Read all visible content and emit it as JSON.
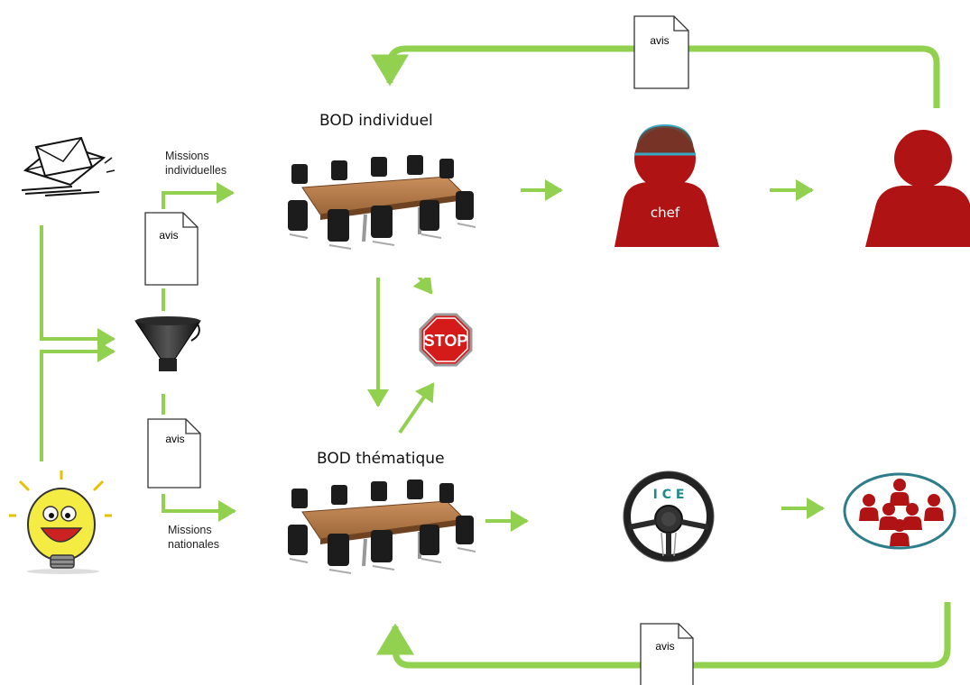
{
  "labels": {
    "bod_individuel": "BOD individuel",
    "bod_thematique": "BOD thématique",
    "missions_individuelles": [
      "Missions",
      "individuelles"
    ],
    "missions_nationales": [
      "Missions",
      "nationales"
    ],
    "chef": "chef",
    "ice": "I C E",
    "stop": "STOP"
  },
  "documents": {
    "top": "avis",
    "bottom": "avis",
    "upper_left": "avis",
    "lower_left": "avis"
  },
  "colors": {
    "arrow_green": "#92d050",
    "person_red": "#b01313",
    "helmet_blue": "#38a9c4",
    "team_ellipse_border": "#2e7d8a",
    "stop_red": "#d51a1a",
    "ice_teal": "#1d8a8a"
  },
  "icons": {
    "mail": "envelope-icon",
    "idea": "lightbulb-icon",
    "filter": "funnel-icon",
    "meeting": "conference-table-icon",
    "leader": "chef-person-icon",
    "person": "person-icon",
    "steering": "steering-wheel-icon",
    "team": "team-icon"
  }
}
